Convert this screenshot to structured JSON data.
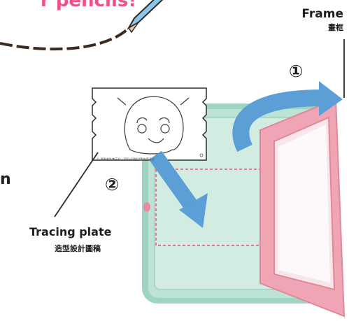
{
  "headline": "r pencils!",
  "frame": {
    "label_en": "Frame",
    "label_zh": "畫框"
  },
  "tracing_plate": {
    "label_en": "Tracing plate",
    "label_zh": "造型設計圖稿"
  },
  "steps": {
    "one": "①",
    "two": "②"
  },
  "cut_text": "n",
  "plate_copyright": "© 遠藤達哉/集英社・SPY×FAMILY製作委員会",
  "colors": {
    "accent_pink": "#ef4f8a",
    "board_mint": "#9fd4c0",
    "frame_pink": "#efa5b3",
    "arrow_blue": "#5b9fd6",
    "pencil_blue": "#8fc6e8"
  }
}
